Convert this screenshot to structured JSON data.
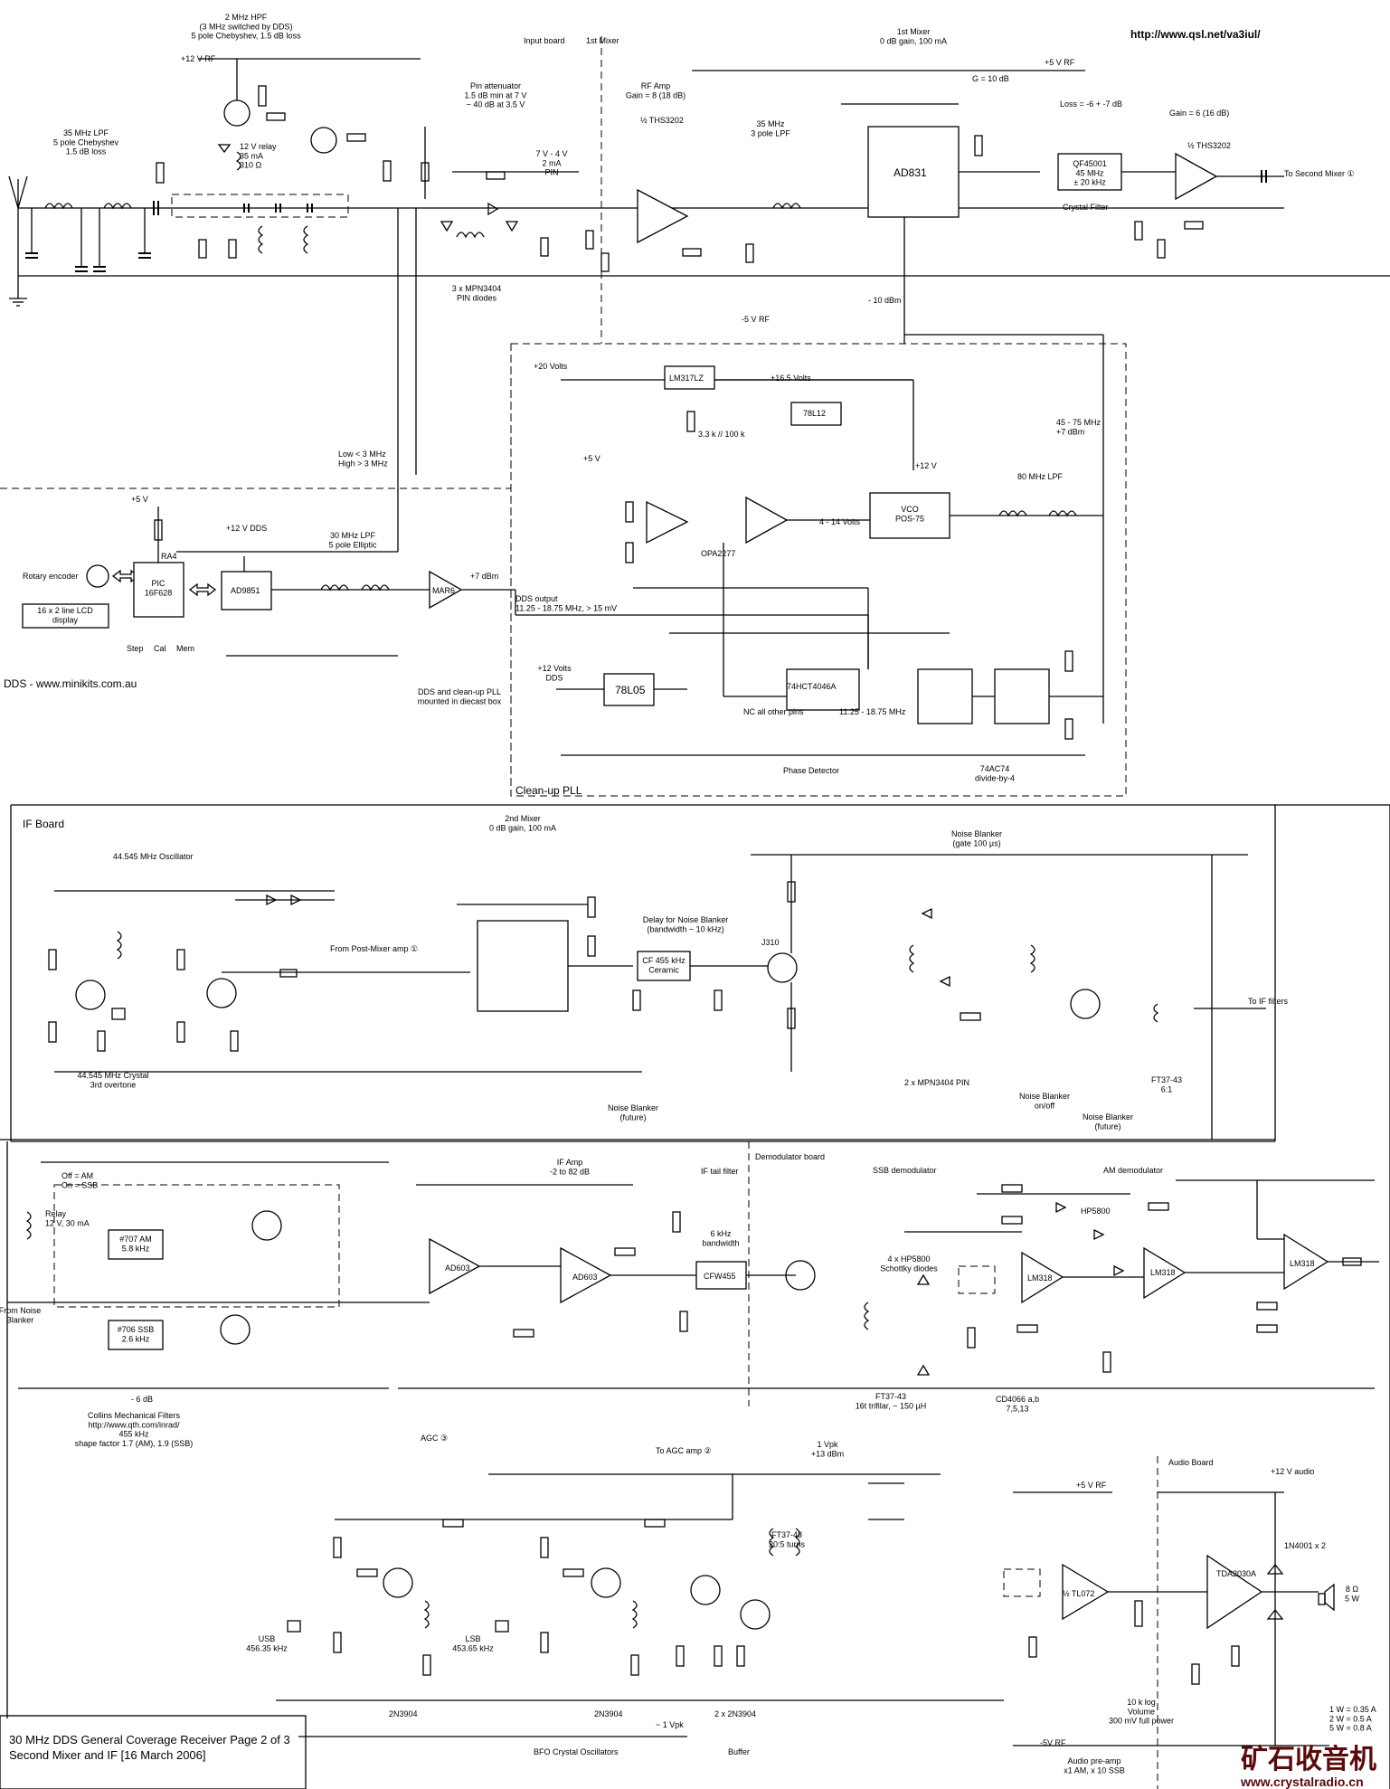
{
  "url": "http://www.qsl.net/va3iul/",
  "title_block": {
    "line1": "30 MHz DDS General Coverage Receiver Page 2 of 3",
    "line2": "Second Mixer and IF   [16 March 2006]"
  },
  "watermark": {
    "text": "矿石收音机",
    "url": "www.crystalradio.cn"
  },
  "input_board": {
    "label": "Input board",
    "first_mixer_label": "1st Mixer",
    "hpf": "2 MHz HPF\n(3 MHz switched by DDS)\n5 pole Chebyshev, 1.5 dB loss",
    "lpf": "35 MHz LPF\n5 pole Chebyshev\n1.5 dB loss",
    "plus12": "+12 V RF",
    "relay": "12 V relay\n35 mA\n310 Ω",
    "pin_att": "Pin attenuator\n1.5 dB min at 7 V\n~ 40 dB at 3.5 V",
    "pin_diodes": "3 x MPN3404\nPIN diodes",
    "pin_ctl": "7 V - 4 V\n2 mA\nPIN",
    "rf_amp": "RF Amp\nGain = 8 (18 dB)",
    "ths": "½ THS3202",
    "lpf35": "35 MHz\n3 pole LPF",
    "mixer1": "1st Mixer\n0 dB gain, 100 mA",
    "plus5rf": "+5 V RF",
    "g10": "G = 10 dB",
    "ad831": "AD831",
    "loss": "Loss = -6 + -7 dB",
    "gain6": "Gain = 6 (16 dB)",
    "ths2": "½ THS3202",
    "crystal_filter": "QF45001\n45 MHz\n± 20 kHz",
    "crystal_filter_label": "Crystal Filter",
    "to_second": "To Second Mixer ①",
    "minus5rf": "-5 V RF",
    "minus10dbm": "- 10 dBm",
    "low_high": "Low < 3 MHz\nHigh > 3 MHz"
  },
  "pll": {
    "title": "Clean-up PLL",
    "plus20": "+20 Volts",
    "lm317": "LM317LZ",
    "plus16": "+16.5 Volts",
    "r3": "3.3 k // 100 k",
    "l78l12": "78L12",
    "range": "45 - 75 MHz\n+7 dBm",
    "plus5": "+5 V",
    "plus12": "+12 V",
    "vco": "VCO\nPOS-75",
    "tune": "4 - 14 Volts",
    "opa": "OPA2277",
    "lpf80": "80 MHz LPF",
    "hct": "74HCT4046A",
    "nc": "NC all other pins",
    "hct_range": "11.25 - 18.75 MHz",
    "phase_det": "Phase Detector",
    "divide": "74AC74\ndivide-by-4",
    "l78l05": "78L05",
    "plus12dds": "+12 Volts\nDDS",
    "dds_box": "DDS and clean-up PLL\nmounted in diecast box"
  },
  "dds": {
    "rotary": "Rotary encoder",
    "lcd": "16 x 2 line LCD\ndisplay",
    "pic": "PIC\n16F628",
    "ad9851": "AD9851",
    "plus12dds": "+12 V DDS",
    "lpf30": "30 MHz LPF\n5 pole Elliptic",
    "mar6": "MAR6",
    "plus7": "+7 dBm",
    "out": "DDS output\n11.25 - 18.75 MHz, > 15 mV",
    "buttons": [
      "Step",
      "Cal",
      "Mem"
    ],
    "plus5": "+5 V",
    "ra4": "RA4",
    "minikits": "DDS - www.minikits.com.au"
  },
  "if_board": {
    "label": "IF Board",
    "osc": "44.545 MHz Oscillator",
    "crystal": "44.545 MHz Crystal\n3rd overtone",
    "mixer2": "2nd Mixer\n0 dB gain, 100 mA",
    "from_post": "From Post-Mixer amp ①",
    "delay": "Delay for Noise Blanker\n(bandwidth ~ 10 kHz)",
    "cf": "CF 455 kHz\nCeramic",
    "noise_blanker": "Noise Blanker\n(gate 100 µs)",
    "nb_future": "Noise Blanker\n(future)",
    "nb_onoff": "Noise Blanker\non/off",
    "pin2": "2 x MPN3404 PIN",
    "to_if": "To IF filters",
    "ft6": "FT37-43\n6:1",
    "j310": "J310"
  },
  "filters": {
    "off_am": "Off = AM\nOn = SSB",
    "relay": "Relay\n12 V, 30 mA",
    "am": "#707 AM\n5.8 kHz",
    "ssb": "#706 SSB\n2.6 kHz",
    "from_nb": "From Noise\nBlanker",
    "collins": "Collins Mechanical Filters\nhttp://www.qth.com/inrad/\n455 kHz\nshape factor 1.7 (AM), 1.9 (SSB)",
    "minus6": "- 6 dB",
    "if_amp": "IF Amp\n-2 to 82 dB",
    "ad603": "AD603",
    "agc": "AGC ③",
    "tail": "IF tail filter",
    "bw": "6 kHz\nbandwidth",
    "cfw": "CFW455",
    "to_agc": "To AGC amp ②"
  },
  "demod": {
    "label": "Demodulator board",
    "ssb": "SSB demodulator",
    "am": "AM demodulator",
    "hp": "4 x HP5800\nSchottky diodes",
    "ft": "FT37-43\n16t trifilar, ~ 150 µH",
    "lm318": "LM318",
    "hp5800": "HP5800",
    "cd4066": "CD4066 a,b\n7,5,13",
    "vpk": "1 Vpk\n+13 dBm"
  },
  "bfo": {
    "label": "BFO Crystal Oscillators",
    "usb": "USB\n456.35 kHz",
    "lsb": "LSB\n453.65 kHz",
    "q": "2N3904",
    "buffer": "Buffer",
    "ft": "FT37-43\n20:5 turns",
    "buf_q": "2 x 2N3904",
    "vpk": "~ 1 Vpk"
  },
  "audio": {
    "label": "Audio Board",
    "plus12": "+12 V audio",
    "tda": "TDA2030A",
    "diodes": "1N4001 x 2",
    "spk": "8 Ω\n5 W",
    "power": "1 W = 0.35 A\n2 W = 0.5 A\n5 W = 0.8 A",
    "preamp": "Audio pre-amp\nx1 AM, x 10 SSB",
    "tl072": "½ TL072",
    "vol": "10 k log\nVolume\n300 mV full power",
    "minus5": "-5V RF",
    "plus5": "+5 V RF"
  }
}
